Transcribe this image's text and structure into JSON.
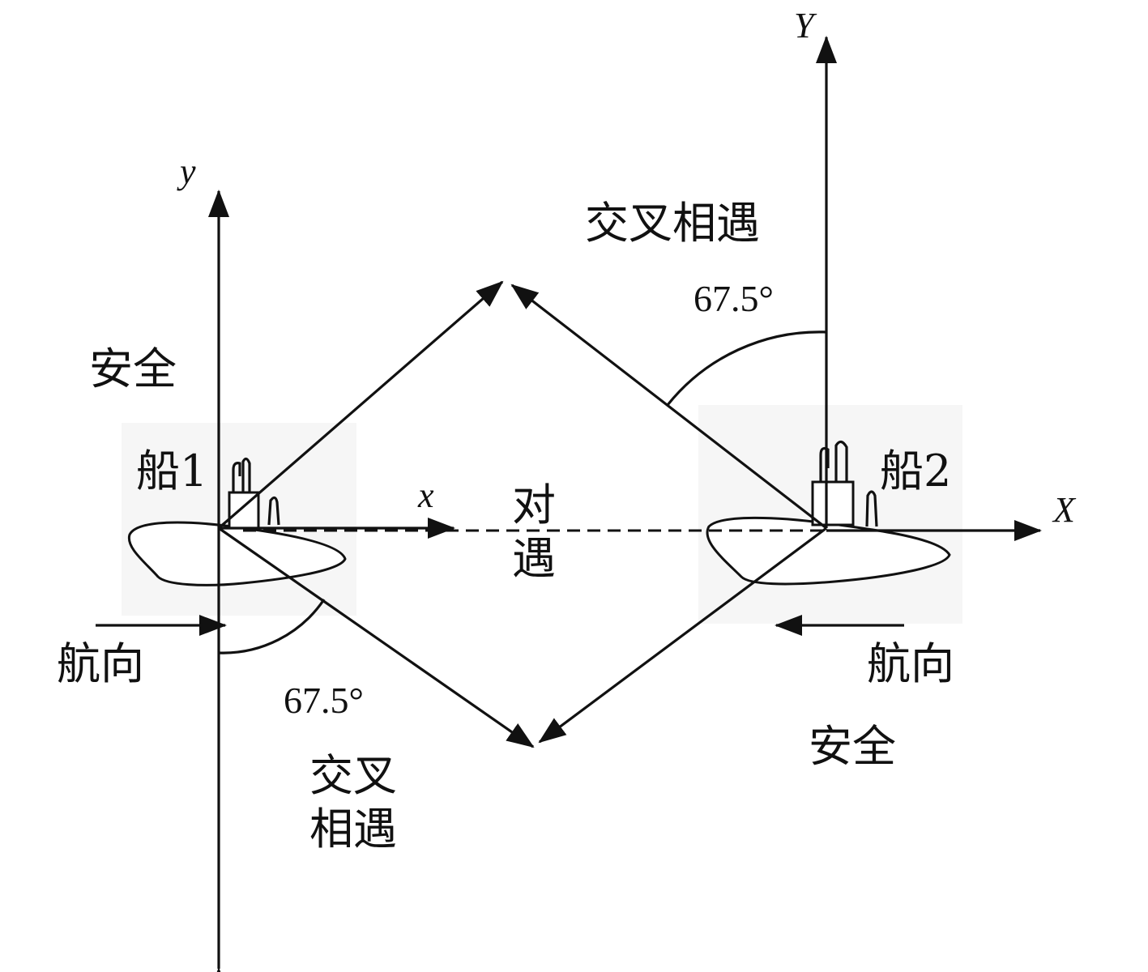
{
  "labels": {
    "ship1": "船1",
    "ship2": "船2",
    "safe_left": "安全",
    "safe_right": "安全",
    "heading_left": "航向",
    "heading_right": "航向",
    "crossing_top": "交叉相遇",
    "crossing_bottom_line1": "交叉",
    "crossing_bottom_line2": "相遇",
    "head_on_line1": "对",
    "head_on_line2": "遇",
    "angle_top": "67.5°",
    "angle_bottom": "67.5°",
    "axis_x_local": "x",
    "axis_y_local": "y",
    "axis_x_global": "X",
    "axis_y_global": "Y"
  },
  "colors": {
    "ink": "#111111",
    "background": "#ffffff",
    "ship_panel": "#f6f6f6"
  }
}
